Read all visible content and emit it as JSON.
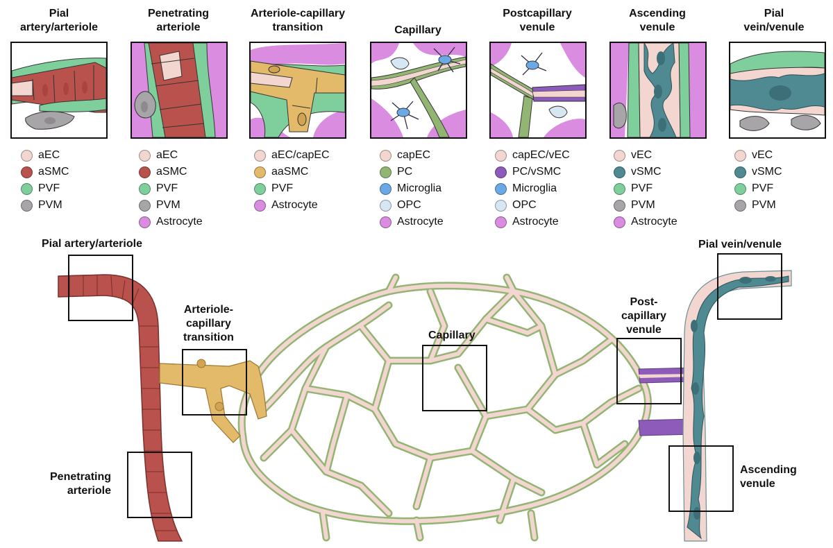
{
  "colors": {
    "aEC": "#f2d6cf",
    "aSMC": "#b9514c",
    "PVF": "#7fcf9c",
    "PVM": "#a7a5a7",
    "Astrocyte": "#d98ce0",
    "aaSMC": "#e3b96a",
    "PC": "#93b574",
    "Microglia": "#6aa9e6",
    "OPC": "#d6e6f2",
    "PC_vSMC": "#8d5cba",
    "vSMC": "#4f8a93"
  },
  "panels": [
    {
      "title": "Pial\nartery/arteriole",
      "legend": [
        {
          "label": "aEC",
          "color": "#f2d6cf"
        },
        {
          "label": "aSMC",
          "color": "#b9514c"
        },
        {
          "label": "PVF",
          "color": "#7fcf9c"
        },
        {
          "label": "PVM",
          "color": "#a7a5a7"
        }
      ]
    },
    {
      "title": "Penetrating\narteriole",
      "legend": [
        {
          "label": "aEC",
          "color": "#f2d6cf"
        },
        {
          "label": "aSMC",
          "color": "#b9514c"
        },
        {
          "label": "PVF",
          "color": "#7fcf9c"
        },
        {
          "label": "PVM",
          "color": "#a7a5a7"
        },
        {
          "label": "Astrocyte",
          "color": "#d98ce0"
        }
      ]
    },
    {
      "title": "Arteriole-capillary\ntransition",
      "legend": [
        {
          "label": "aEC/capEC",
          "color": "#f2d6cf"
        },
        {
          "label": "aaSMC",
          "color": "#e3b96a"
        },
        {
          "label": "PVF",
          "color": "#7fcf9c"
        },
        {
          "label": "Astrocyte",
          "color": "#d98ce0"
        }
      ]
    },
    {
      "title": "Capillary",
      "legend": [
        {
          "label": "capEC",
          "color": "#f2d6cf"
        },
        {
          "label": "PC",
          "color": "#93b574"
        },
        {
          "label": "Microglia",
          "color": "#6aa9e6"
        },
        {
          "label": "OPC",
          "color": "#d6e6f2"
        },
        {
          "label": "Astrocyte",
          "color": "#d98ce0"
        }
      ]
    },
    {
      "title": "Postcapillary\nvenule",
      "legend": [
        {
          "label": "capEC/vEC",
          "color": "#f2d6cf"
        },
        {
          "label": "PC/vSMC",
          "color": "#8d5cba"
        },
        {
          "label": "Microglia",
          "color": "#6aa9e6"
        },
        {
          "label": "OPC",
          "color": "#d6e6f2"
        },
        {
          "label": "Astrocyte",
          "color": "#d98ce0"
        }
      ]
    },
    {
      "title": "Ascending\nvenule",
      "legend": [
        {
          "label": "vEC",
          "color": "#f2d6cf"
        },
        {
          "label": "vSMC",
          "color": "#4f8a93"
        },
        {
          "label": "PVF",
          "color": "#7fcf9c"
        },
        {
          "label": "PVM",
          "color": "#a7a5a7"
        },
        {
          "label": "Astrocyte",
          "color": "#d98ce0"
        }
      ]
    },
    {
      "title": "Pial\nvein/venule",
      "legend": [
        {
          "label": "vEC",
          "color": "#f2d6cf"
        },
        {
          "label": "vSMC",
          "color": "#4f8a93"
        },
        {
          "label": "PVF",
          "color": "#7fcf9c"
        },
        {
          "label": "PVM",
          "color": "#a7a5a7"
        }
      ]
    }
  ],
  "main_labels": {
    "pial_artery": "Pial artery/arteriole",
    "arteriole_capillary": "Arteriole-\ncapillary\ntransition",
    "penetrating": "Penetrating\narteriole",
    "capillary": "Capillary",
    "postcapillary": "Post-\ncapillary\nvenule",
    "pial_vein": "Pial vein/venule",
    "ascending": "Ascending\nvenule"
  }
}
